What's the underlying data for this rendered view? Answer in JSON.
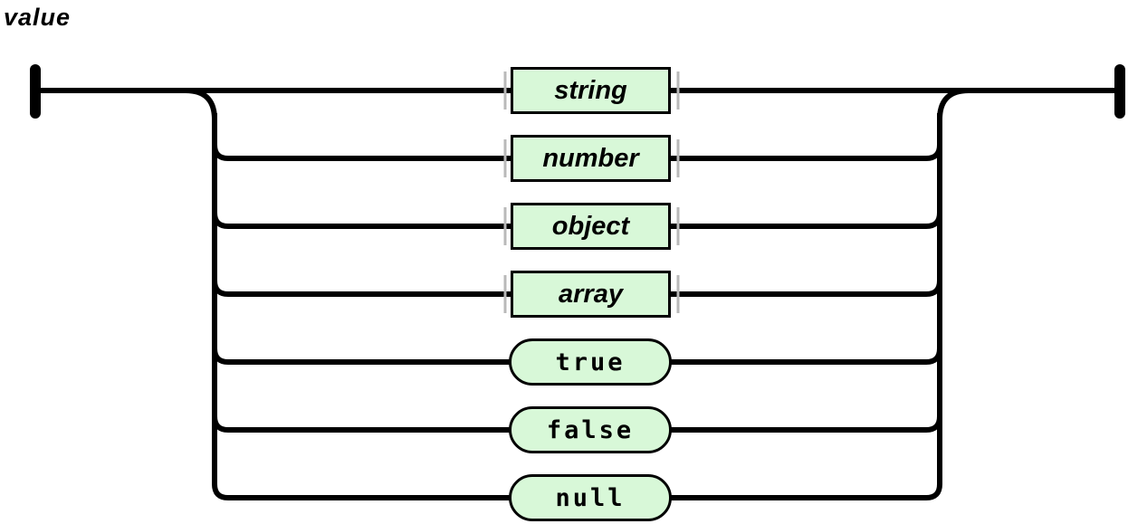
{
  "diagram": {
    "title": "value",
    "kind": "railroad-syntax-diagram",
    "nodes": [
      {
        "label": "string",
        "shape": "rectangle"
      },
      {
        "label": "number",
        "shape": "rectangle"
      },
      {
        "label": "object",
        "shape": "rectangle"
      },
      {
        "label": "array",
        "shape": "rectangle"
      },
      {
        "label": "true",
        "shape": "stadium"
      },
      {
        "label": "false",
        "shape": "stadium"
      },
      {
        "label": "null",
        "shape": "stadium"
      }
    ],
    "colors": {
      "node_fill": "#d8f8d8",
      "line": "#000000",
      "connector_tick": "#b9b9b9",
      "background": "#ffffff"
    }
  }
}
